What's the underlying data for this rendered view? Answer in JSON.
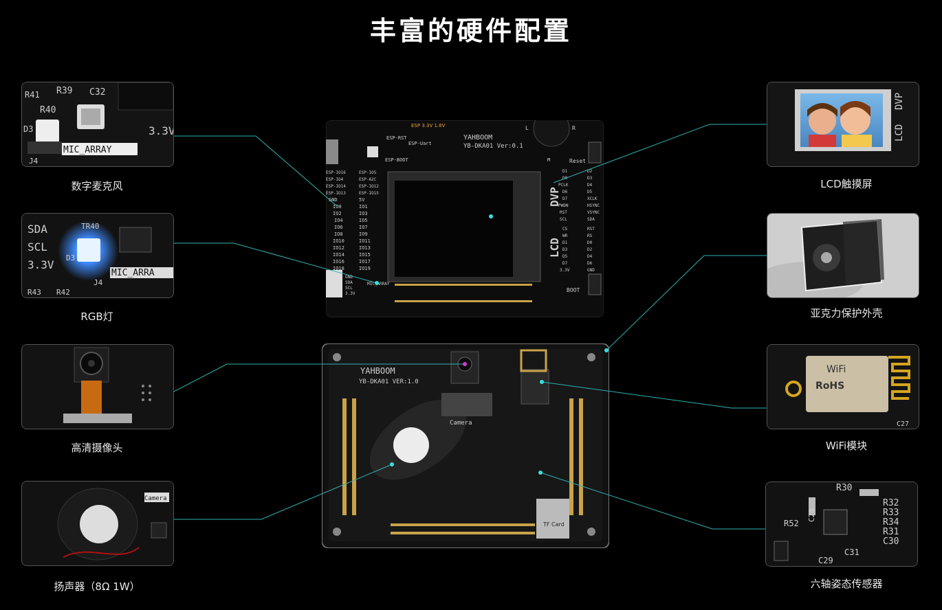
{
  "page": {
    "title": "丰富的硬件配置"
  },
  "left_features": [
    {
      "label": "数字麦克风",
      "icon": "microphone-module-photo",
      "silk": [
        "R41",
        "R39",
        "C32",
        "R40",
        "D3",
        "MIC_ARRAY",
        "J4",
        "3.3V"
      ]
    },
    {
      "label": "RGB灯",
      "icon": "rgb-led-photo",
      "silk": [
        "SDA",
        "SCL",
        "3.3V",
        "TR40",
        "D3",
        "MIC_ARRA",
        "J4",
        "R43",
        "R42"
      ]
    },
    {
      "label": "高清摄像头",
      "icon": "camera-module-photo"
    },
    {
      "label": "扬声器（8Ω 1W）",
      "icon": "speaker-photo",
      "silk": [
        "Camera"
      ]
    }
  ],
  "right_features": [
    {
      "label": "LCD触摸屏",
      "icon": "lcd-screen-photo",
      "silk": [
        "LCD",
        "DVP"
      ]
    },
    {
      "label": "亚克力保护外壳",
      "icon": "acrylic-case-photo"
    },
    {
      "label": "WiFi模块",
      "icon": "wifi-module-photo",
      "silk": [
        "WiFi",
        "RoHS",
        "C27"
      ]
    },
    {
      "label": "六轴姿态传感器",
      "icon": "imu-sensor-photo",
      "silk": [
        "R30",
        "R32",
        "R33",
        "R34",
        "R31",
        "C30",
        "C28",
        "R52",
        "C29",
        "C31"
      ]
    }
  ],
  "board_top": {
    "brand": "YAHBOOM",
    "model": "YB-DKA01 Ver:0.1",
    "labels": [
      "ESP 3.3V 1.8V",
      "ESP-RST",
      "ESP-Uart",
      "ESP-BOOT",
      "Reset",
      "BOOT",
      "LCD",
      "DVP",
      "MIC_ARRAY",
      "L",
      "R",
      "M"
    ],
    "left_pins": [
      "ESP-IO16",
      "ESP-IO4",
      "ESP-IO14",
      "ESP-IO13",
      "GND",
      "IO0",
      "IO2",
      "IO4",
      "IO6",
      "IO8",
      "IO10",
      "IO12",
      "IO14",
      "IO16",
      "IO18"
    ],
    "left_pins_b": [
      "ESP-IO5",
      "ESP-A2C",
      "ESP-IO12",
      "ESP-IO15",
      "5V",
      "IO1",
      "IO3",
      "IO5",
      "IO7",
      "IO9",
      "IO11",
      "IO13",
      "IO15",
      "IO17",
      "IO19"
    ],
    "right_pins_a": [
      "D1",
      "D0",
      "PCLK",
      "D6",
      "D7",
      "PWDN",
      "RST",
      "SCL",
      "CS",
      "WR",
      "D1",
      "D3",
      "D5",
      "D7",
      "3.3V"
    ],
    "right_pins_b": [
      "D2",
      "D3",
      "D4",
      "D5",
      "XCLK",
      "HSYNC",
      "VSYNC",
      "SDA",
      "RST",
      "RS",
      "D0",
      "D2",
      "D4",
      "D6",
      "GND"
    ],
    "i2c_labels": [
      "GND",
      "SDA",
      "SCL",
      "3.3V"
    ]
  },
  "board_bottom": {
    "brand": "YAHBOOM",
    "model": "YB-DKA01 VER:1.0",
    "labels": [
      "Camera",
      "TF Card"
    ]
  },
  "colors": {
    "background": "#000000",
    "leader": "#2fb3b3",
    "dot": "#36e0e0"
  }
}
